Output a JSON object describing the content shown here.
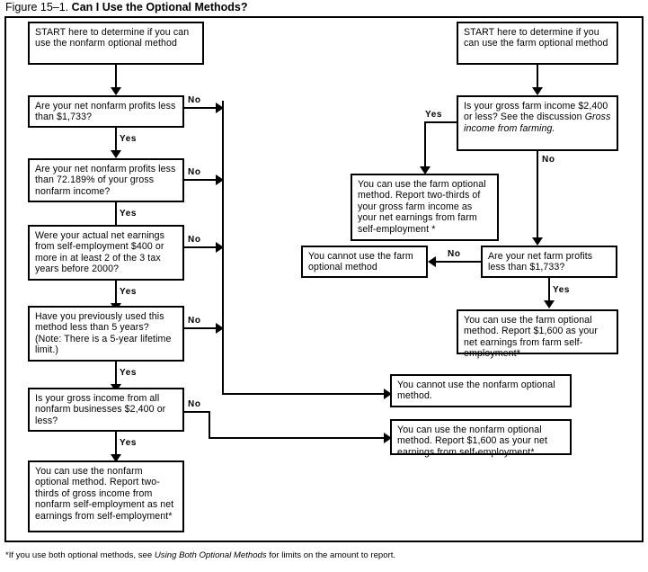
{
  "figure": {
    "number": "Figure 15–1.",
    "title": "Can I Use the Optional Methods?"
  },
  "footnote": {
    "pre": "*If you use both optional methods, see ",
    "italic": "Using Both Optional Methods",
    "post": " for limits on the amount to report."
  },
  "edge_labels": {
    "yes": "Yes",
    "no": "No"
  },
  "nonfarm_branch": {
    "start": "START here to determine if you can use the nonfarm optional method",
    "q1": "Are your net nonfarm profits less than $1,733?",
    "q2": "Are your net nonfarm profits less than 72.189% of your gross nonfarm income?",
    "q3": "Were your actual net earnings from self-employment $400 or more in at least 2 of the 3 tax years before 2000?",
    "q4": "Have you previously used this method less than 5 years? (Note: There is a 5-year lifetime limit.)",
    "q5": "Is your gross income from all nonfarm businesses $2,400 or less?",
    "result_two_thirds": "You can use the nonfarm optional method. Report two-thirds of gross income from nonfarm self-employment as net earnings from self-employment*",
    "result_cannot": "You cannot use the nonfarm optional method.",
    "result_1600": "You can use the nonfarm optional method. Report $1,600 as your net earnings from self-employment*"
  },
  "farm_branch": {
    "start": "START here to determine if you can use the farm optional method",
    "q1_pre": "Is your gross farm income $2,400 or less? See the discussion ",
    "q1_italic": "Gross income from farming.",
    "result_two_thirds": "You can use the farm optional method. Report two-thirds of your gross farm income as your net earnings from farm self-employment *",
    "q2": "Are your net farm profits less than $1,733?",
    "result_cannot": "You cannot use the farm optional method",
    "result_1600": "You can use the farm optional method. Report $1,600 as your net earnings from farm self-employment*"
  },
  "colors": {
    "ink": "#000000",
    "paper": "#ffffff"
  }
}
